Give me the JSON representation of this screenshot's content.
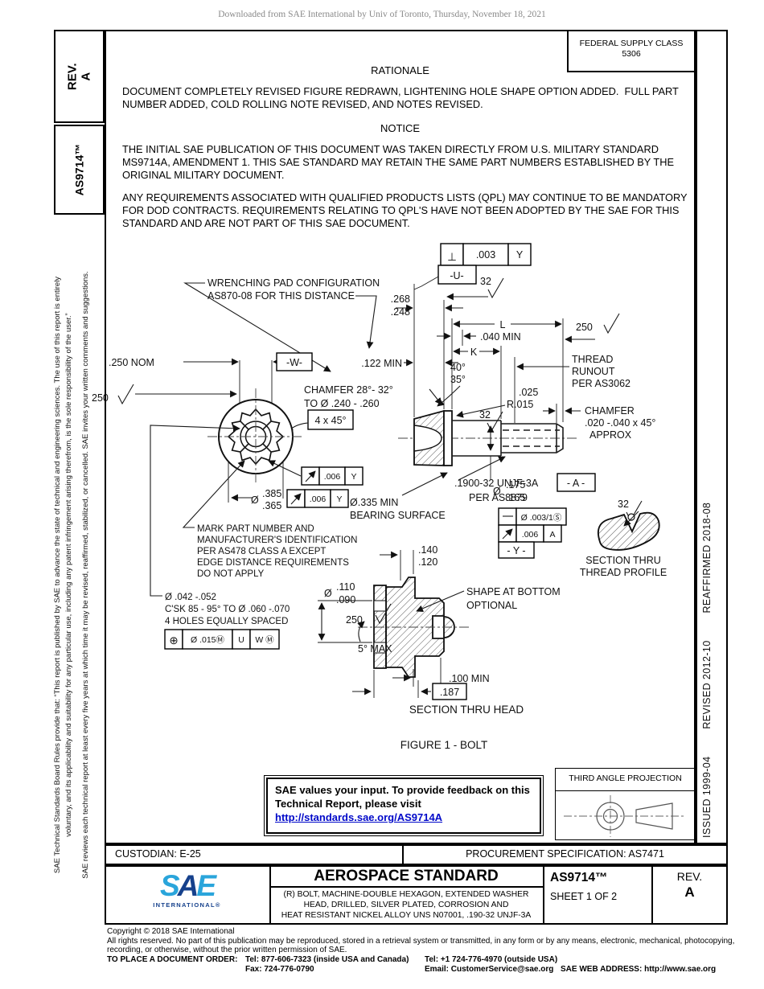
{
  "watermark": "Downloaded from SAE International by Univ of Toronto, Thursday, November 18, 2021",
  "header": {
    "fsc_line1": "FEDERAL SUPPLY CLASS",
    "fsc_line2": "5306"
  },
  "sidebar_left": {
    "rev_label": "REV.",
    "rev_value": "A",
    "doc_number": "AS9714™",
    "disclaimer_line1": "SAE Technical Standards Board Rules provide that: “This report is published by SAE to advance the state of technical and engineering sciences. The use of this report is entirely",
    "disclaimer_line2": "voluntary, and its applicability and suitability for any particular use, including any patent infringement arising therefrom, is the sole responsibility of the user.”",
    "disclaimer_line3": "SAE reviews each technical report at least every five years at which time it may be revised, reaffirmed, stabilized, or cancelled. SAE invites your written comments and suggestions."
  },
  "sidebar_right": {
    "issued": "ISSUED 1999-04",
    "revised": "REVISED 2012-10",
    "reaffirmed": "REAFFIRMED 2018-08"
  },
  "rationale": {
    "title": "RATIONALE",
    "body": "DOCUMENT COMPLETELY REVISED FIGURE REDRAWN, LIGHTENING HOLE SHAPE OPTION ADDED.  FULL PART NUMBER ADDED, COLD ROLLING NOTE REVISED, AND NOTES REVISED."
  },
  "notice": {
    "title": "NOTICE",
    "p1": "THE INITIAL SAE PUBLICATION OF THIS DOCUMENT WAS TAKEN DIRECTLY FROM U.S. MILITARY STANDARD MS9714A, AMENDMENT 1. THIS SAE STANDARD MAY RETAIN THE SAME PART NUMBERS ESTABLISHED BY THE ORIGINAL MILITARY DOCUMENT.",
    "p2": "ANY REQUIREMENTS ASSOCIATED WITH QUALIFIED PRODUCTS LISTS (QPL) MAY CONTINUE TO BE MANDATORY FOR DOD CONTRACTS. REQUIREMENTS RELATING TO QPL'S HAVE NOT BEEN ADOPTED BY THE SAE FOR THIS STANDARD AND ARE NOT PART OF THIS SAE DOCUMENT."
  },
  "drawing": {
    "labels": {
      "wrench1": "WRENCHING PAD CONFIGURATION",
      "wrench2": "AS870-08 FOR THIS DISTANCE",
      "perp_sym": "⊥",
      "perp_val": ".003",
      "perp_datum": "Y",
      "datum_u": "-U-",
      "datum_w": "-W-",
      "datum_a": "- A -",
      "datum_y": "- Y -",
      "fin32": "32",
      "fin250": "250",
      "d268": ".268",
      "d248": ".248",
      "dimL": "L",
      "d040": ".040 MIN",
      "dimK": "K",
      "runout1": "THREAD",
      "runout2": "RUNOUT",
      "runout3": "PER AS3062",
      "a40": "40°",
      "a35": "35°",
      "d122": ".122 MIN",
      "d250nom": ".250 NOM",
      "cham1a": "CHAMFER 28°- 32°",
      "cham1b": "TO Ø .240 - .260",
      "box45": "4 x 45°",
      "d025": ".025",
      "r015": "R.015",
      "cham2a": "CHAMFER",
      "cham2b": ".020 -.040 x 45°",
      "cham2c": "APPROX",
      "thr1": ".1900-32 UNJF-3A",
      "thr2": "PER AS8879",
      "dia": "Ø",
      "d175": ".175",
      "d165": ".165",
      "d385": ".385",
      "d365": ".365",
      "fcf006": ".006",
      "fcfY": "Y",
      "fcfA": "A",
      "flat_val": "Ø .003/1Ⓢ",
      "d335a": "Ø.335 MIN",
      "d335b": "BEARING SURFACE",
      "mark": [
        "MARK PART NUMBER AND",
        "MANUFACTURER'S IDENTIFICATION",
        "PER AS478 CLASS A EXCEPT",
        "EDGE DISTANCE REQUIREMENTS",
        "DO NOT APPLY"
      ],
      "holes": [
        "Ø .042 -.052",
        "C'SK 85 - 95° TO Ø .060 -.070",
        "4 HOLES EQUALLY SPACED"
      ],
      "pos_sym": "⊕",
      "pos_val": "Ø .015Ⓜ",
      "pos_d1": "U",
      "pos_d2": "W Ⓜ",
      "d140": ".140",
      "d120": ".120",
      "d110": ".110",
      "d090": ".090",
      "a5": "5° MAX",
      "d100": ".100 MIN",
      "d187": ".187",
      "shape1": "SHAPE AT BOTTOM",
      "shape2": "OPTIONAL",
      "secthead": "SECTION THRU HEAD",
      "secthr1": "SECTION THRU",
      "secthr2": "THREAD PROFILE",
      "fig": "FIGURE 1 - BOLT"
    }
  },
  "feedback": {
    "line1": "SAE values your input. To provide feedback on this",
    "line2": "Technical Report, please visit",
    "link": "http://standards.sae.org/AS9714A"
  },
  "projection": {
    "label": "THIRD ANGLE PROJECTION"
  },
  "inforow": {
    "custodian": "CUSTODIAN: E-25",
    "procurement": "PROCUREMENT SPECIFICATION: AS7471"
  },
  "titleblock": {
    "logo_text_s": "S",
    "logo_text_a": "A",
    "logo_text_e": "E",
    "logo_sub": "INTERNATIONAL®",
    "doc_type": "AEROSPACE STANDARD",
    "title_line1": "(R) BOLT, MACHINE-DOUBLE HEXAGON, EXTENDED WASHER",
    "title_line2": "HEAD, DRILLED, SILVER PLATED, CORROSION AND",
    "title_line3": "HEAT RESISTANT NICKEL ALLOY UNS N07001, .190-32 UNJF-3A",
    "doc_number": "AS9714™",
    "sheet": "SHEET 1 OF 2",
    "rev_label": "REV.",
    "rev_value": "A"
  },
  "footer": {
    "copyright": "Copyright © 2018 SAE International",
    "rights_line1": "All rights reserved. No part of this publication may be reproduced, stored in a retrieval system or transmitted, in any form or by any means, electronic, mechanical, photocopying,",
    "rights_line2": "recording, or otherwise, without the prior written permission of SAE.",
    "order_label": "TO PLACE A DOCUMENT ORDER:",
    "tel_inside": "Tel: 877-606-7323 (inside USA and Canada)",
    "tel_outside": "Tel: +1 724-776-4970 (outside USA)",
    "fax": "Fax: 724-776-0790",
    "email": "Email: CustomerService@sae.org",
    "web": "SAE WEB ADDRESS: http://www.sae.org"
  },
  "colors": {
    "link_blue": "#0008c9",
    "sae_blue_light": "#2aa5db",
    "sae_blue_dark": "#16418c"
  }
}
